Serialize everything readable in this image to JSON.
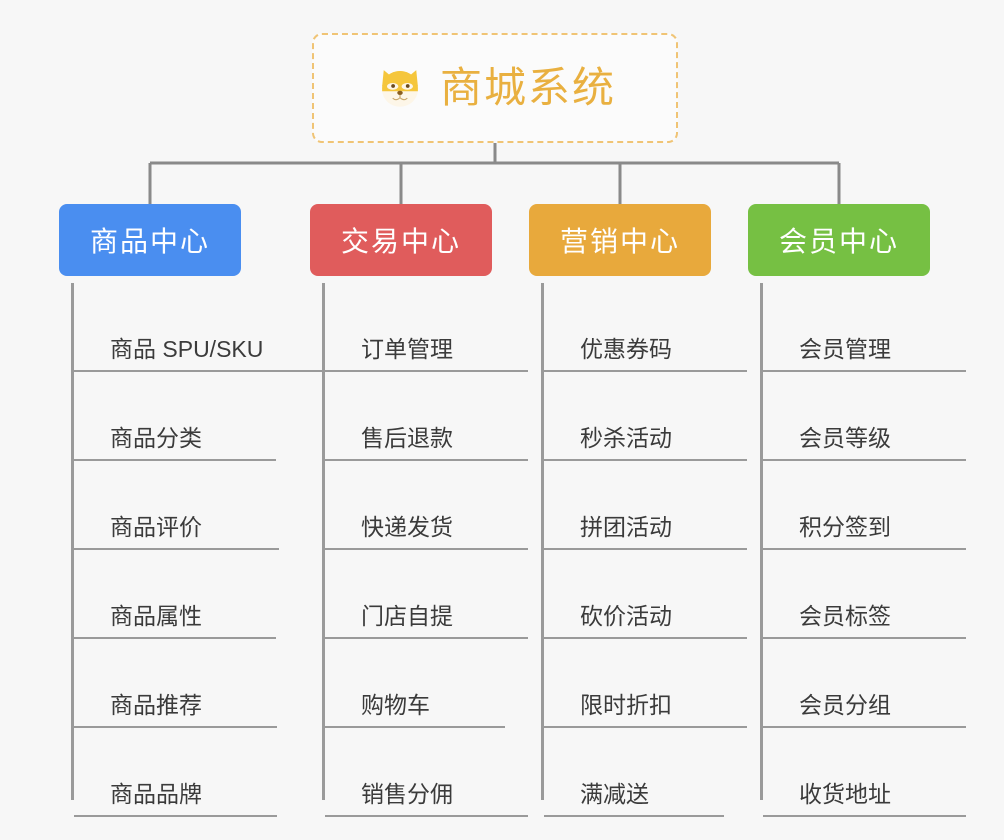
{
  "diagram": {
    "type": "mindmap",
    "background": "#f7f7f7",
    "root": {
      "title": "商城系统",
      "icon": "shiba-dog-face-icon",
      "border_color": "#f0c475",
      "text_color": "#e9b040",
      "background": "#fbfbfb"
    },
    "connector_color": "#8a8a8a",
    "leaf_line_color": "#9a9a9a",
    "leaf_text_color": "#3b3b3b",
    "branches": [
      {
        "label": "商品中心",
        "color": "#4a8ef0",
        "items": [
          "商品 SPU/SKU",
          "商品分类",
          "商品评价",
          "商品属性",
          "商品推荐",
          "商品品牌"
        ]
      },
      {
        "label": "交易中心",
        "color": "#e05c5c",
        "items": [
          "订单管理",
          "售后退款",
          "快递发货",
          "门店自提",
          "购物车",
          "销售分佣"
        ]
      },
      {
        "label": "营销中心",
        "color": "#e8a93c",
        "items": [
          "优惠券码",
          "秒杀活动",
          "拼团活动",
          "砍价活动",
          "限时折扣",
          "满减送"
        ]
      },
      {
        "label": "会员中心",
        "color": "#76c043",
        "items": [
          "会员管理",
          "会员等级",
          "积分签到",
          "会员标签",
          "会员分组",
          "收货地址"
        ]
      }
    ]
  }
}
